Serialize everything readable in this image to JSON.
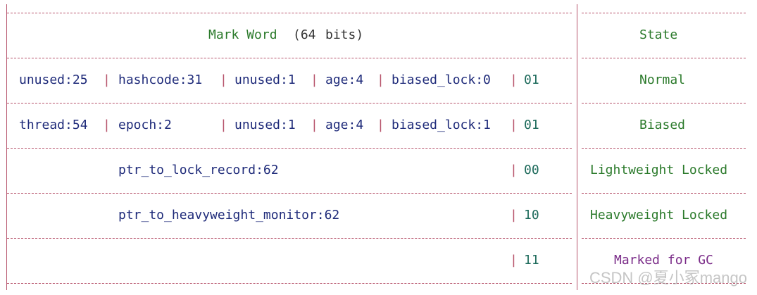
{
  "header": {
    "mark_word_label": "Mark Word",
    "bits_label": "(64",
    "bits_unit": "bits)",
    "state_label": "State"
  },
  "rows": [
    {
      "fields": [
        "unused:25",
        "hashcode:31",
        "unused:1",
        "age:4",
        "biased_lock:0"
      ],
      "bits": "01",
      "state": "Normal"
    },
    {
      "fields": [
        "thread:54",
        "epoch:2",
        "unused:1",
        "age:4",
        "biased_lock:1"
      ],
      "bits": "01",
      "state": "Biased"
    },
    {
      "field": "ptr_to_lock_record:62",
      "bits": "00",
      "state": "Lightweight Locked"
    },
    {
      "field": "ptr_to_heavyweight_monitor:62",
      "bits": "10",
      "state": "Heavyweight Locked"
    },
    {
      "field": "",
      "bits": "11",
      "state": "Marked for GC"
    }
  ],
  "watermark": "CSDN @夏小冢mango"
}
